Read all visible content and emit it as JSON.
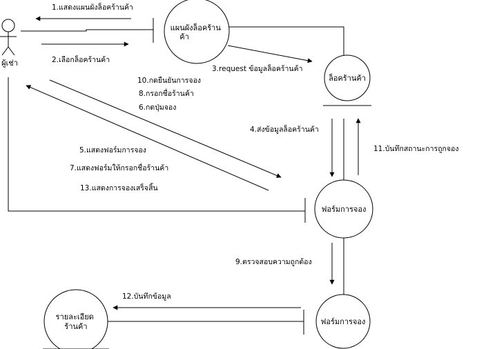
{
  "actor": {
    "name": "ผู้เช่า"
  },
  "nodes": {
    "boundary_map": [
      "แผนผังล็อคร้าน",
      "ค้า"
    ],
    "entity_lock": [
      "ล็อคร้านค้า"
    ],
    "form_booking_1": [
      "ฟอร์มการจอง"
    ],
    "form_booking_2": [
      "ฟอร์มการจอง"
    ],
    "entity_shop_detail": [
      "รายละเอียด",
      "ร้านค้า"
    ]
  },
  "messages": {
    "m1": "1.แสดงแผนผังล็อคร้านค้า",
    "m2": "2.เลือกล็อคร้านค้า",
    "m3": "3.request  ข้อมูลล็อคร้านค้า",
    "m4": "4.ส่งข้อมูลล็อคร้านค้า",
    "m5": "5.แสดงฟอร์มการจอง",
    "m6": "6.กดปุ่มจอง",
    "m7": "7.แสดงฟอร์มให้กรอกชื่อร้านค้า",
    "m8": "8.กรอกชื่อร้านค้า",
    "m9": "9.ตรวจสอบความถูกต้อง",
    "m10": "10.กดยืนยันการจอง",
    "m11": "11.บันทึกสถานะการถูกจอง",
    "m12": "12.บันทึกข้อมูล",
    "m13": "13.แสดงการจองเสร็จสิ้น"
  }
}
